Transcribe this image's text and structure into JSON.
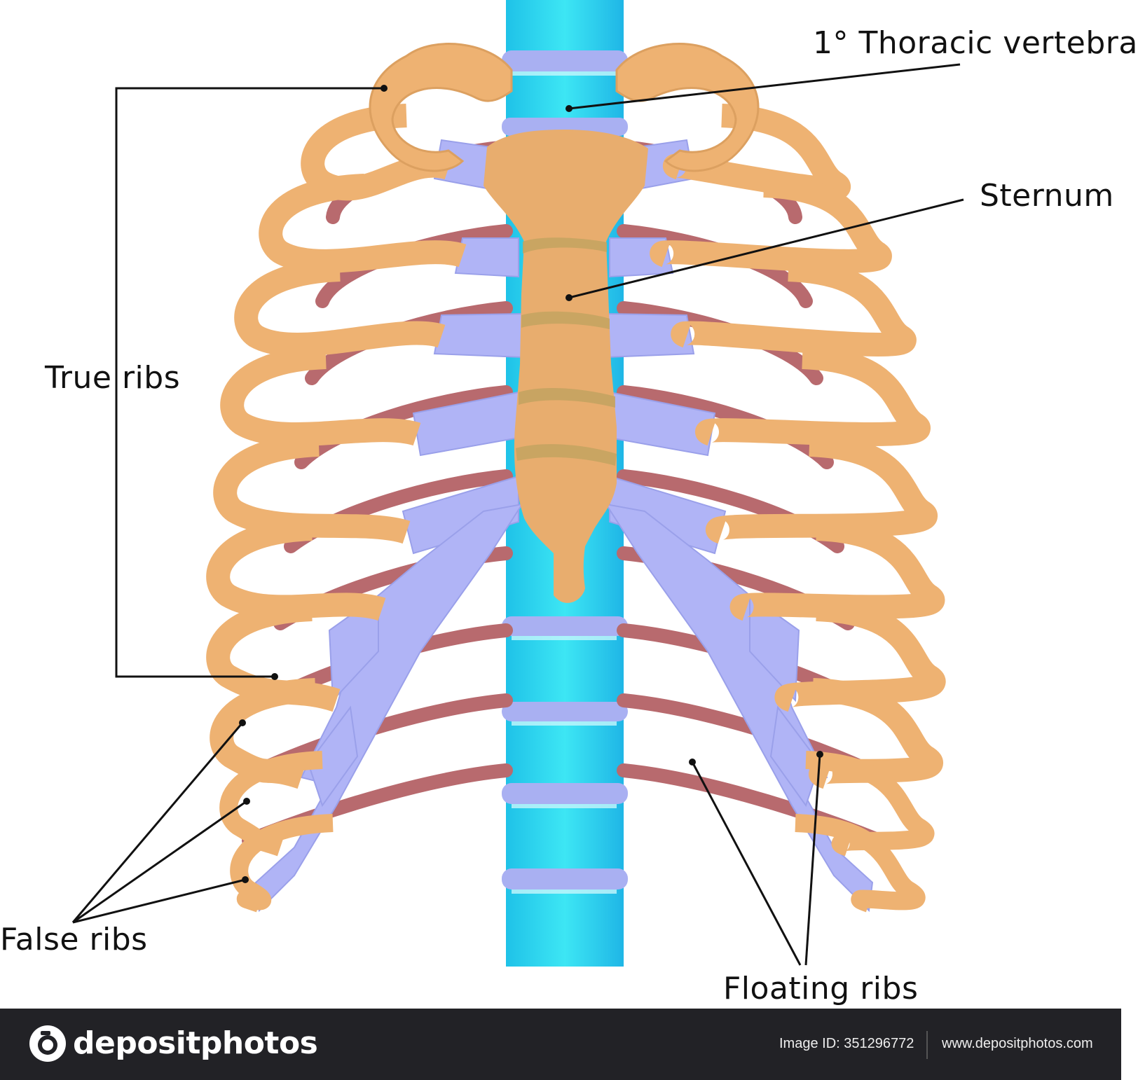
{
  "labels": {
    "thoracic_vertebra": "1° Thoracic vertebra",
    "sternum": "Sternum",
    "true_ribs": "True ribs",
    "false_ribs": "False ribs",
    "floating_ribs": "Floating ribs"
  },
  "colors": {
    "rib_front": "#eeb272",
    "rib_back": "#b86a6e",
    "cartilage": "#b0b4f6",
    "spine": "#2ee0f2",
    "disc": "#a9b0f2",
    "sternum": "#e8ad6e",
    "sternum_joint": "#c3a360"
  },
  "footer": {
    "brand": "depositphotos",
    "image_id": "Image ID: 351296772",
    "url": "www.depositphotos.com"
  }
}
